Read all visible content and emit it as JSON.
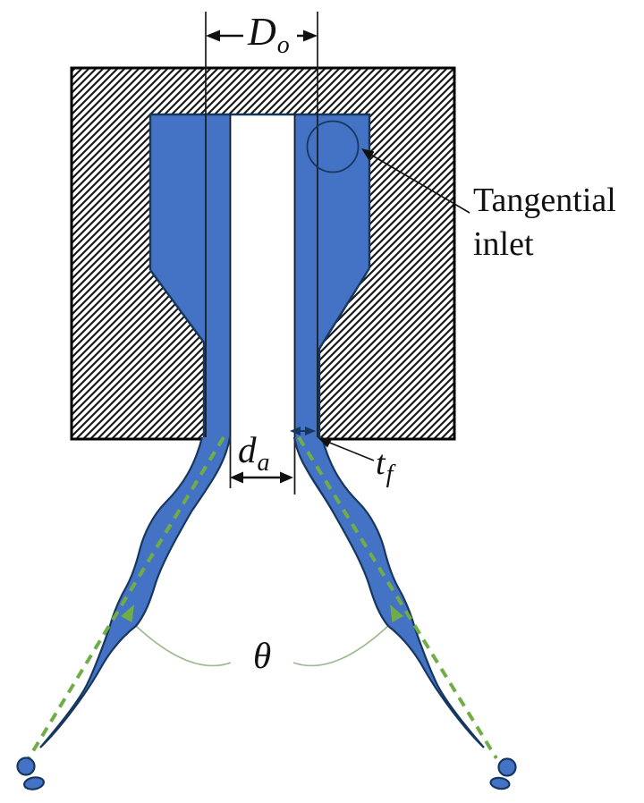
{
  "labels": {
    "outlet_diameter": {
      "base": "D",
      "sub": "o"
    },
    "tangential_inlet": {
      "line1": "Tangential",
      "line2": "inlet"
    },
    "air_core_diameter": {
      "base": "d",
      "sub": "a"
    },
    "film_thickness": {
      "base": "t",
      "sub": "f"
    },
    "spray_angle": "θ"
  },
  "colors": {
    "liquid": "#4472C4",
    "outline": "#17375E",
    "annotation_green": "#70AD47",
    "arc_green": "#9CB98F",
    "ink": "#111111"
  }
}
